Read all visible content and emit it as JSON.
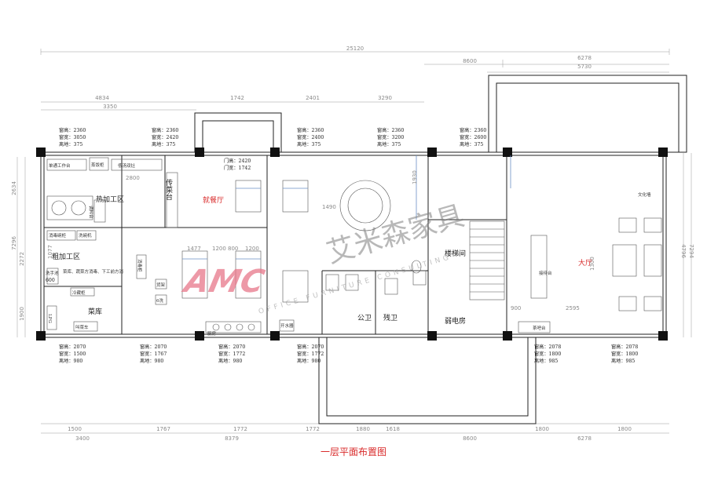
{
  "dimensions": {
    "top_total": "25120",
    "top_row1": [
      "8600",
      "6278",
      "5730"
    ],
    "top_row2": [
      "4834",
      "1742",
      "2401",
      "3290"
    ],
    "top_row3": [
      "3350"
    ],
    "left": [
      "2634",
      "2272",
      "7296",
      "1900"
    ],
    "right": [
      "4796",
      "7294"
    ],
    "bottom_row1": [
      "1500",
      "1767",
      "1772",
      "1772",
      "1880",
      "1618",
      "1800",
      "1800"
    ],
    "bottom_row2": [
      "3400",
      "8379",
      "8600",
      "6278"
    ],
    "inner": [
      "1477",
      "1200",
      "800",
      "1200",
      "1490",
      "2800",
      "1300",
      "900",
      "2595",
      "1300",
      "1077",
      "1930"
    ]
  },
  "windows_top": [
    {
      "height": "窗高：2360",
      "width": "窗宽：3050",
      "sill": "离地：375"
    },
    {
      "height": "窗高：2360",
      "width": "窗宽：2420",
      "sill": "离地：375"
    },
    {
      "height": "窗高：2360",
      "width": "窗宽：2400",
      "sill": "离地：375"
    },
    {
      "height": "窗高：2360",
      "width": "窗宽：3200",
      "sill": "离地：375"
    },
    {
      "height": "窗高：2360",
      "width": "窗宽：2600",
      "sill": "离地：375"
    }
  ],
  "door_top": {
    "height": "门高：2420",
    "width": "门宽：1742"
  },
  "windows_bottom": [
    {
      "height": "窗高：2070",
      "width": "窗宽：1500",
      "sill": "离地：980"
    },
    {
      "height": "窗高：2070",
      "width": "窗宽：1767",
      "sill": "离地：980"
    },
    {
      "height": "窗高：2070",
      "width": "窗宽：1772",
      "sill": "离地：980"
    },
    {
      "height": "窗高：2070",
      "width": "窗宽：1772",
      "sill": "离地：980"
    },
    {
      "height": "窗高：2078",
      "width": "窗宽：1800",
      "sill": "离地：985"
    },
    {
      "height": "窗高：2078",
      "width": "窗宽：1800",
      "sill": "离地：985"
    }
  ],
  "rooms": {
    "hot_kitchen": "热加工区",
    "prep_area": "粗加工区",
    "storeroom": "菜库",
    "dining": "就餐厅",
    "serving": "传菜台",
    "stairwell": "楼梯间",
    "hall": "大厅",
    "public_wc": "公卫",
    "accessible_wc": "残卫",
    "electrical": "弱电房",
    "culture_wall": "文化墙",
    "reception": "接待台",
    "tea_bar": "茶吧台"
  },
  "fixtures": {
    "workbench": "单通工作台",
    "steamer": "蒸饭柜",
    "stove_station": "低汤双灶",
    "seasoning": "调料台",
    "disinfect": "消毒碗柜",
    "dishwasher": "洗碗机",
    "prep_note": "菜库、蔬菜方消毒、下工前方消",
    "hand_sink": "洗手池",
    "cold_storage": "冷藏柜",
    "shelf": "货架",
    "trolley": "叫菜车",
    "water_dispenser": "开水器",
    "sink_label": "6洗",
    "size_600": "600",
    "gas": "LPG",
    "cabinet": "消毒柜",
    "note_label": "厨房"
  },
  "watermark": {
    "logo": "AMC",
    "brand_cn": "艾米森家具",
    "brand_en": "OFFICE FURNITURE CONSULTING"
  },
  "caption": "一层平面布置图"
}
